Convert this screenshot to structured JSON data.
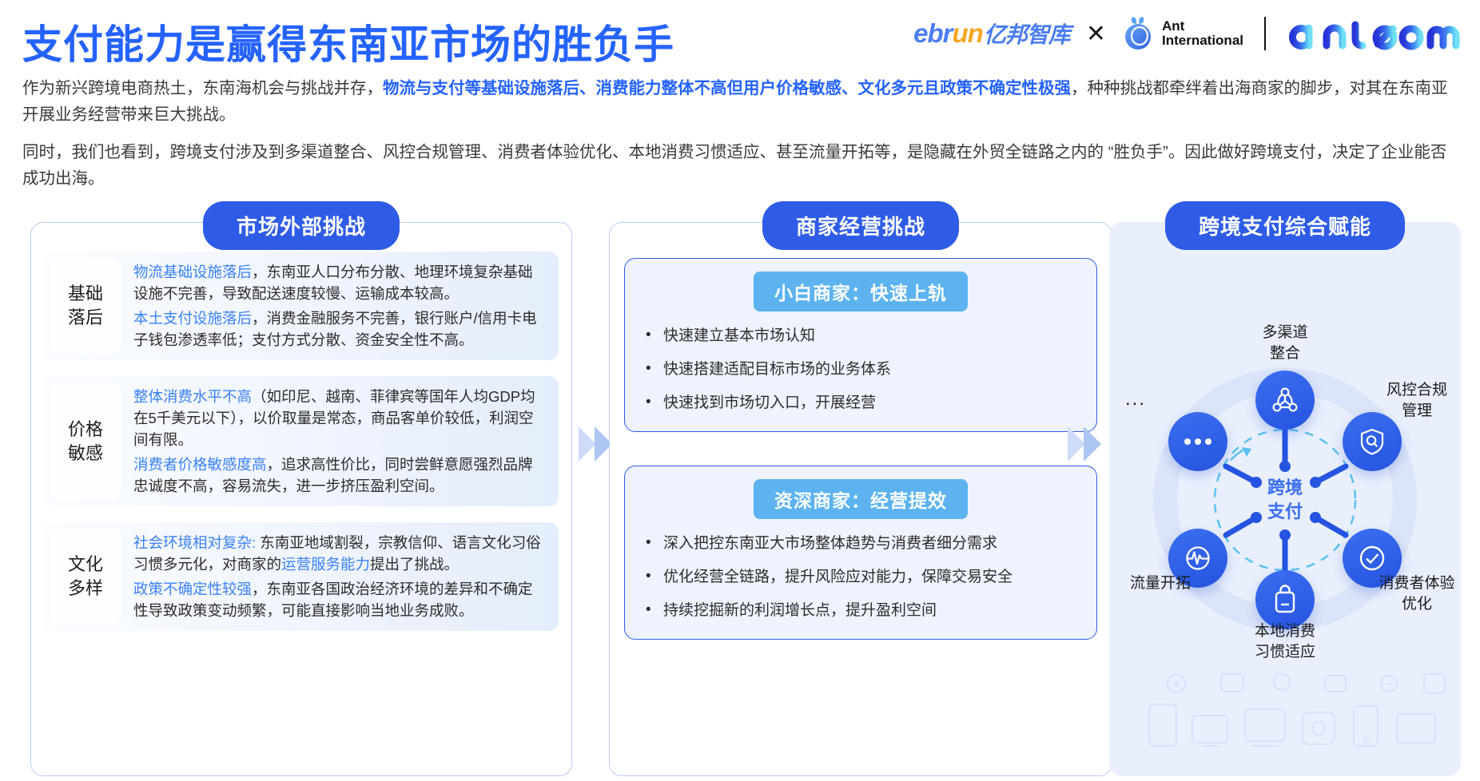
{
  "header": {
    "title": "支付能力是赢得东南亚市场的胜负手",
    "logo_ebrun_part1": "e",
    "logo_ebrun_part2": "br",
    "logo_ebrun_part3": "un",
    "logo_ebrun_cn": "亿邦智库",
    "logo_x": "✕",
    "logo_ant_line1": "Ant",
    "logo_ant_line2": "International",
    "logo_antom": "antom"
  },
  "intro": {
    "p1_a": "作为新兴跨境电商热土，东南海机会与挑战并存，",
    "p1_b": "物流与支付等基础设施落后、消费能力整体不高但用户价格敏感、文化多元且政策不确定性极强",
    "p1_c": "，种种挑战都牵绊着出海商家的脚步，对其在东南亚开展业务经营带来巨大挑战。",
    "p2": "同时，我们也看到，跨境支付涉及到多渠道整合、风控合规管理、消费者体验优化、本地消费习惯适应、甚至流量开拓等，是隐藏在外贸全链路之内的 “胜负手”。因此做好跨境支付，决定了企业能否成功出海。"
  },
  "panel1": {
    "title": "市场外部挑战",
    "rows": [
      {
        "tag_line1": "基础",
        "tag_line2": "落后",
        "paras": [
          {
            "hl": "物流基础设施落后",
            "rest": "，东南亚人口分布分散、地理环境复杂基础设施不完善，导致配送速度较慢、运输成本较高。"
          },
          {
            "hl": "本土支付设施落后",
            "rest": "，消费金融服务不完善，银行账户/信用卡电子钱包渗透率低；支付方式分散、资金安全性不高。"
          }
        ]
      },
      {
        "tag_line1": "价格",
        "tag_line2": "敏感",
        "paras": [
          {
            "hl": "整体消费水平不高",
            "rest": "（如印尼、越南、菲律宾等国年人均GDP均在5千美元以下），以价取量是常态，商品客单价较低，利润空间有限。"
          },
          {
            "hl": "消费者价格敏感度高",
            "rest": "，追求高性价比，同时尝鲜意愿强烈品牌忠诚度不高，容易流失，进一步挤压盈利空间。"
          }
        ]
      },
      {
        "tag_line1": "文化",
        "tag_line2": "多样",
        "paras": [
          {
            "hl": "社会环境相对复杂:",
            "rest": " 东南亚地域割裂，宗教信仰、语言文化习俗习惯多元化，对商家的",
            "hl2": "运营服务能力",
            "rest2": "提出了挑战。"
          },
          {
            "hl": "政策不确定性较强",
            "rest": "，东南亚各国政治经济环境的差异和不确定性导致政策变动频繁，可能直接影响当地业务成败。"
          }
        ]
      }
    ]
  },
  "panel2": {
    "title": "商家经营挑战",
    "cards": [
      {
        "head": "小白商家：快速上轨",
        "items": [
          "快速建立基本市场认知",
          "快速搭建适配目标市场的业务体系",
          "快速找到市场切入口，开展经营"
        ]
      },
      {
        "head": "资深商家：经营提效",
        "items": [
          "深入把控东南亚大市场整体趋势与消费者细分需求",
          "优化经营全链路，提升风险应对能力，保障交易安全",
          "持续挖掘新的利润增长点，提升盈利空间"
        ]
      }
    ]
  },
  "panel3": {
    "title": "跨境支付综合赋能",
    "center_line1": "跨境",
    "center_line2": "支付",
    "ellipsis": "...",
    "nodes": [
      {
        "icon": "network-share-icon",
        "label_line1": "多渠道",
        "label_line2": "整合"
      },
      {
        "icon": "shield-search-icon",
        "label_line1": "风控合规",
        "label_line2": "管理"
      },
      {
        "icon": "check-circle-icon",
        "label_line1": "消费者体验",
        "label_line2": "优化"
      },
      {
        "icon": "shopping-bag-icon",
        "label_line1": "本地消费",
        "label_line2": "习惯适应"
      },
      {
        "icon": "pulse-wave-icon",
        "label_line1": "流量开拓",
        "label_line2": ""
      },
      {
        "icon": "more-dots-icon",
        "label_line1": "…",
        "label_line2": ""
      }
    ]
  },
  "colors": {
    "brand_blue": "#2563ff",
    "panel_head": "#2e5ce6",
    "sub_head": "#5cb3f0",
    "highlight": "#3b82f6",
    "panel3_bg": "#e9effc"
  }
}
